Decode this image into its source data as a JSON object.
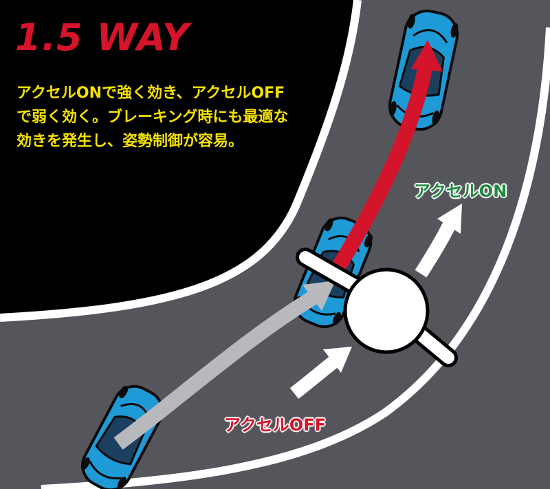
{
  "title": "1.5 WAY",
  "description": [
    "アクセルONで強く効き、アクセルOFF",
    "で弱く効く。ブレーキング時にも最適な",
    "効きを発生し、姿勢制御が容易。"
  ],
  "labels": {
    "accel_on": "アクセルON",
    "accel_off": "アクセルOFF"
  },
  "colors": {
    "background": "#000000",
    "road": "#55565c",
    "road_edge": "#ffffff",
    "title": "#d4142a",
    "description": "#f4e200",
    "accel_on": "#1f8a3c",
    "accel_off": "#d4142a",
    "car_body": "#1e9ad6",
    "trajectory_grey": "#b8b9bd",
    "trajectory_red": "#d4142a"
  },
  "icons": {
    "car": "sports-car-top-view",
    "differential": "lsd-cross-symbol"
  }
}
